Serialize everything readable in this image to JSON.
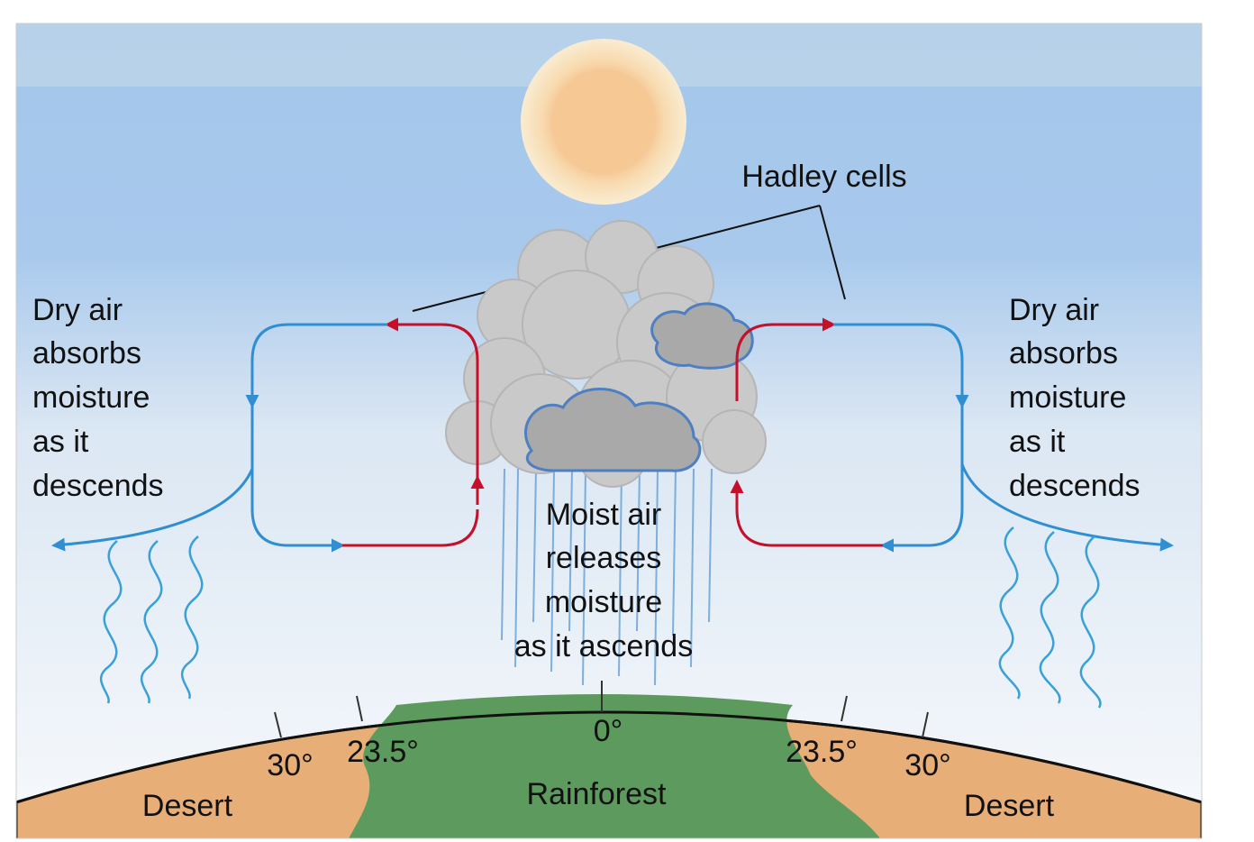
{
  "colors": {
    "sky_top": "#a3c6ea",
    "sky_bottom": "#f5f8fc",
    "sun_outer": "#f7d9a6",
    "sun_inner": "#f4b985",
    "cloud": "#bfbfbf",
    "cloud_shadow": "#5b8bc9",
    "desert": "#e8ae78",
    "rainforest": "#5d9a5d",
    "warm_arrow": "#c4102a",
    "cool_arrow": "#2f8fd2",
    "heat_waves": "#3aa0d8"
  },
  "labels": {
    "hadley": "Hadley cells",
    "left_dry": [
      "Dry air",
      "absorbs",
      "moisture",
      "as it",
      "descends"
    ],
    "right_dry": [
      "Dry air",
      "absorbs",
      "moisture",
      "as it",
      "descends"
    ],
    "moist": [
      "Moist air",
      "releases",
      "moisture",
      "as it ascends"
    ],
    "zero": "0°",
    "left_235": "23.5°",
    "left_30": "30°",
    "right_235": "23.5°",
    "right_30": "30°",
    "rainforest": "Rainforest",
    "desert_left": "Desert",
    "desert_right": "Desert"
  }
}
